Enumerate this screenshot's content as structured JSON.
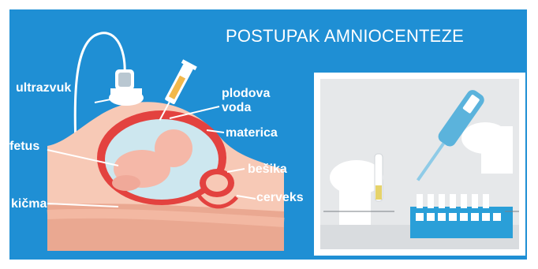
{
  "title": "POSTUPAK AMNIOCENTEZE",
  "labels": {
    "ultrasound": "ultrazvuk",
    "amniotic_fluid_1": "plodova",
    "amniotic_fluid_2": "voda",
    "uterus": "materica",
    "fetus": "fetus",
    "bladder": "bešika",
    "spine": "kičma",
    "cervix": "cerveks"
  },
  "colors": {
    "background": "#1f8fd4",
    "skin": "#f7c9b6",
    "skin_dark": "#eaa891",
    "uterus_wall": "#e3423f",
    "amniotic_fluid": "#cde7ef",
    "lab_panel": "#e6e8ea",
    "pipette": "#5bb3dc"
  },
  "icons": [
    "ultrasound-probe-icon",
    "syringe-icon",
    "pipette-icon",
    "test-tube-rack-icon",
    "gloved-hand-icon"
  ]
}
